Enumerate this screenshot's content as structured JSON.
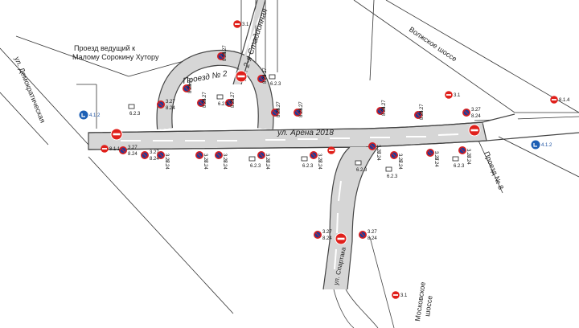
{
  "labels": {
    "passage_note_line1": "Проезд ведущий к",
    "passage_note_line2": "Малому Сорокину Хутору",
    "demokraticheskaya": "ул. Демократическая",
    "stadionnaya": "ул. 2-я Стадионная",
    "proezd2": "Проезд № 2",
    "arena": "ул. Арена 2018",
    "volzhskoe": "Волжское шоссе",
    "proezd8": "Проезд № 8",
    "moskovskoe1": "Московское",
    "moskovskoe2": "шоссе",
    "spartaka": "ул. Спартака"
  },
  "sign_codes": {
    "no_stopping": "3.27",
    "no_parking_near": "8.24",
    "sign_623": "6.2.3",
    "no_entry": "3.1",
    "plate_811": "8.1.1",
    "plate_814": "8.1.4",
    "sign_412": "4.1.2"
  },
  "colors": {
    "road": "#d6d6d6",
    "road_edge": "#444444",
    "no_entry_red": "#e0201b",
    "no_stopping_blue": "#1f3c9a",
    "no_stopping_red": "#d81e1e",
    "blue_sign": "#1c5fb5"
  }
}
